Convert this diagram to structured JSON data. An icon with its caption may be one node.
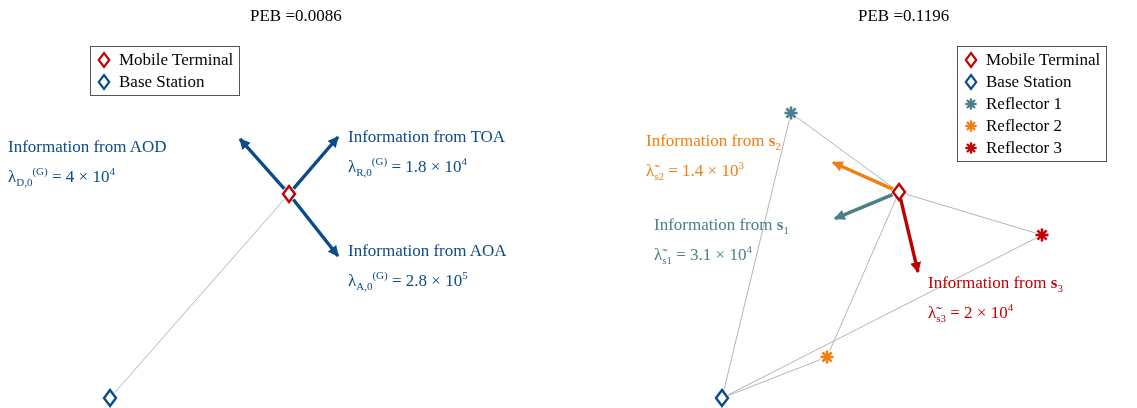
{
  "diagram": {
    "nodes": [
      {
        "text": [],
        "shape": "diamond"
      },
      {
        "text": [],
        "shape": "diamond"
      },
      {
        "text": [
          "Information from AOD",
          "λ$_{D,0}$$^{(G)}$ = 4 × 10$^{4}$"
        ]
      },
      {
        "text": [
          "Information from TOA",
          "λ$_{R,0}$$^{(G)}$ = 1.8 × 10$^{4}$"
        ]
      },
      {
        "text": [
          "Information from AOA",
          "λ$_{A,0}$$^{(G)}$ = 2.8 × 10$^{5}$"
        ]
      },
      {
        "text": [],
        "shape": "star"
      },
      {
        "text": [],
        "shape": "diamond"
      },
      {
        "text": [],
        "shape": "diamond"
      },
      {
        "text": [],
        "shape": "star"
      },
      {
        "text": [],
        "shape": "star"
      },
      {
        "text": [
          "Information from **s**$_{2}$",
          "λ̃$_{s2}$ = 1.4 × 10$^{3}$"
        ]
      },
      {
        "text": [
          "Information from **s**$_{1}$",
          "λ̃$_{s1}$ = 3.1 × 10$^{4}$"
        ]
      },
      {
        "text": [
          "Information from **s**$_{3}$",
          "λ̃$_{s3}$ = 2 × 10$^{4}$"
        ]
      }
    ],
    "edges": [
      {
        "from": 0,
        "to": 1,
        "arrow": "none"
      },
      {
        "from": 0,
        "to": 2,
        "arrow": "to",
        "style": "thick",
        "color": "#0b4a8b"
      },
      {
        "from": 0,
        "to": 3,
        "arrow": "to",
        "style": "thick",
        "color": "#0b4a8b"
      },
      {
        "from": 0,
        "to": 4,
        "arrow": "to",
        "style": "thick",
        "color": "#0b4a8b"
      },
      {
        "from": 7,
        "to": 5,
        "arrow": "none"
      },
      {
        "from": 5,
        "to": 6,
        "arrow": "none"
      },
      {
        "from": 7,
        "to": 9,
        "arrow": "none"
      },
      {
        "from": 9,
        "to": 6,
        "arrow": "none"
      },
      {
        "from": 7,
        "to": 8,
        "arrow": "none"
      },
      {
        "from": 8,
        "to": 6,
        "arrow": "none"
      },
      {
        "from": 6,
        "to": 10,
        "arrow": "to",
        "style": "thick",
        "color": "#f07f12"
      },
      {
        "from": 6,
        "to": 11,
        "arrow": "to",
        "style": "thick",
        "color": "#4a7f88"
      },
      {
        "from": 6,
        "to": 12,
        "arrow": "to",
        "style": "thick",
        "color": "#c00000"
      }
    ],
    "labels": [
      "PEB =0.0086",
      "PEB =0.1196"
    ],
    "legend": [
      {
        "text": "Mobile Terminal"
      },
      {
        "text": "Base Station"
      },
      {
        "text": "Mobile Terminal"
      },
      {
        "text": "Base Station"
      },
      {
        "text": "Reflector 1"
      },
      {
        "text": "Reflector 2"
      },
      {
        "text": "Reflector 3"
      }
    ]
  }
}
